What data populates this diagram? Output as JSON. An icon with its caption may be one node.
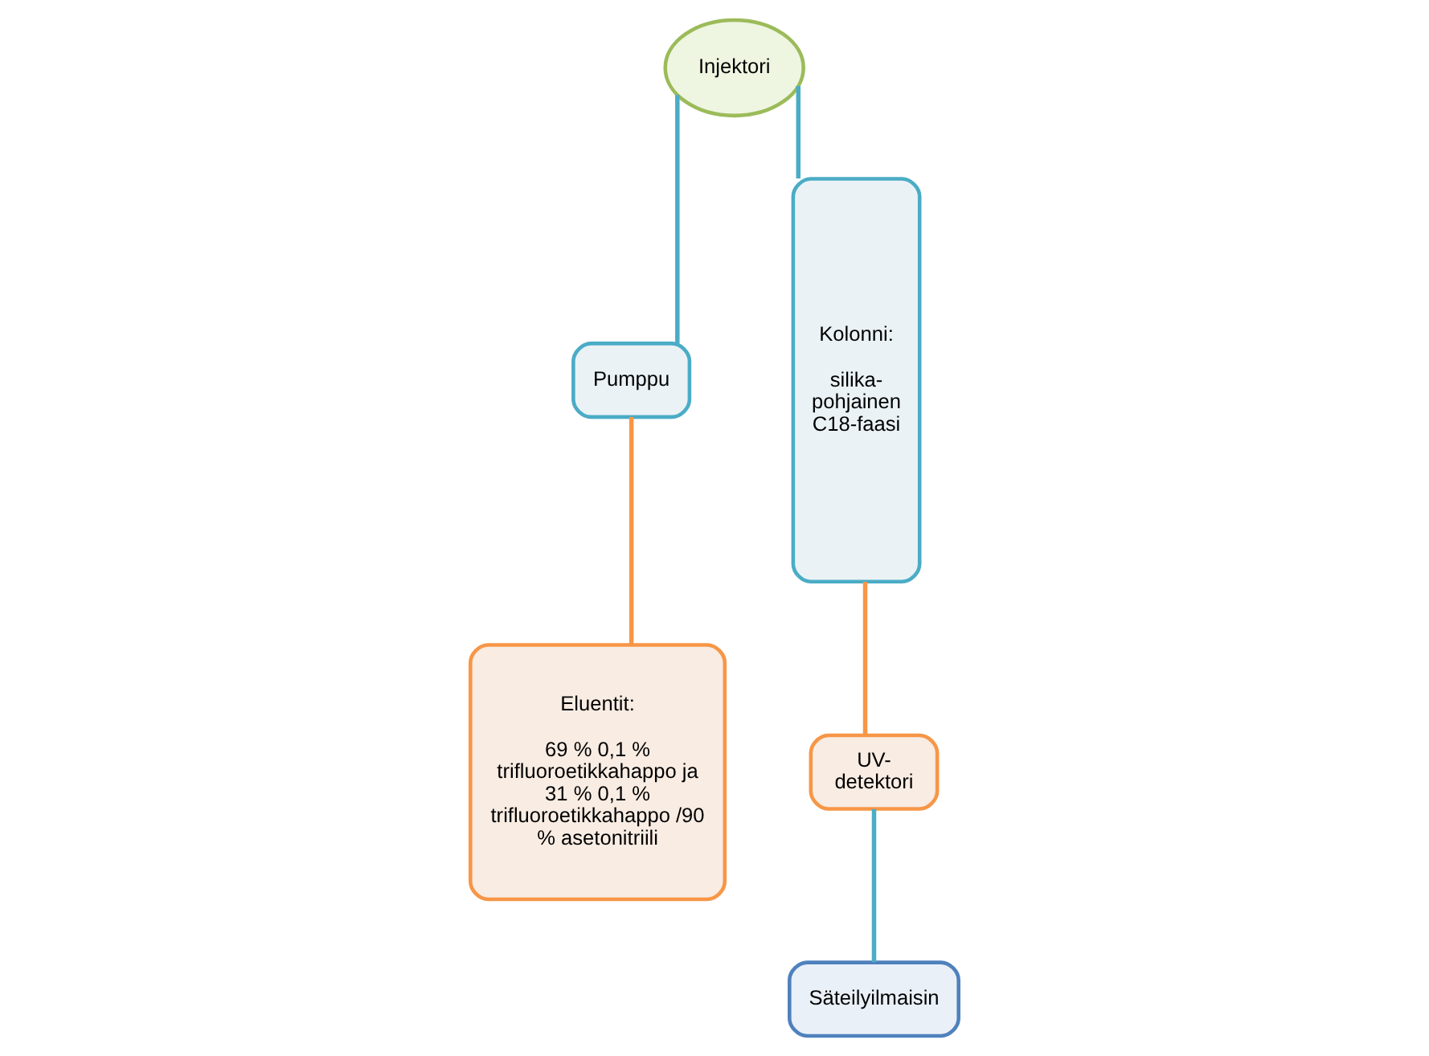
{
  "diagram": {
    "nodes": [
      {
        "text": [
          "Injektori"
        ]
      },
      {
        "text": [
          "Pumppu"
        ]
      },
      {
        "text": [
          "Eluentit:",
          "69 % 0,1 % trifluoroetikkahappo ja 31 % 0,1 % trifluoroetikkahappo /90 % asetonitriili"
        ]
      },
      {
        "text": [
          "Kolonni:",
          "silika- pohjainen C18-faasi"
        ]
      },
      {
        "text": [
          "UV- detektori"
        ]
      },
      {
        "text": [
          "Säteilyilmaisin"
        ]
      }
    ],
    "edges": [
      {
        "from": 0,
        "to": 1,
        "arrow": "none"
      },
      {
        "from": 0,
        "to": 3,
        "arrow": "none"
      },
      {
        "from": 1,
        "to": 2,
        "arrow": "none",
        "color": "#f79646"
      },
      {
        "from": 3,
        "to": 4,
        "arrow": "none",
        "color": "#f79646"
      },
      {
        "from": 4,
        "to": 5,
        "arrow": "none"
      }
    ]
  }
}
